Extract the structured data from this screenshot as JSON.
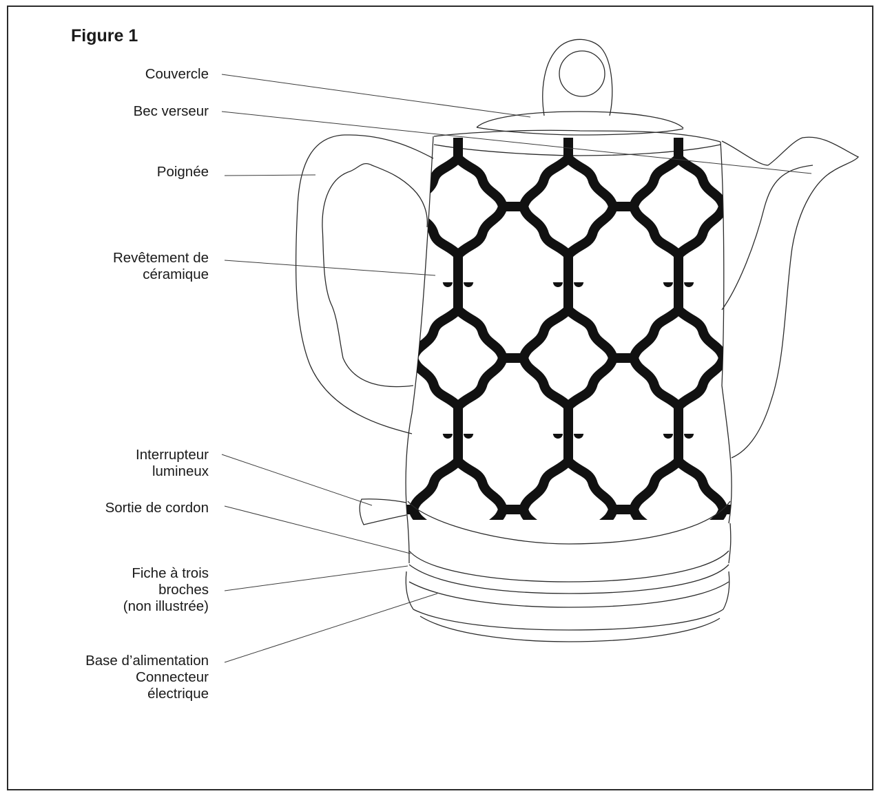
{
  "figure": {
    "title": "Figure 1"
  },
  "labels": {
    "couvercle": "Couvercle",
    "bec_verseur": "Bec verseur",
    "poignee": "Poignée",
    "revetement": [
      "Revêtement de",
      "céramique"
    ],
    "interrupteur": [
      "Interrupteur",
      "lumineux"
    ],
    "sortie_cordon": "Sortie de cordon",
    "fiche": [
      "Fiche à trois",
      "broches",
      "(non illustrée)"
    ],
    "base": [
      "Base d’alimentation",
      "Connecteur",
      "électrique"
    ]
  }
}
